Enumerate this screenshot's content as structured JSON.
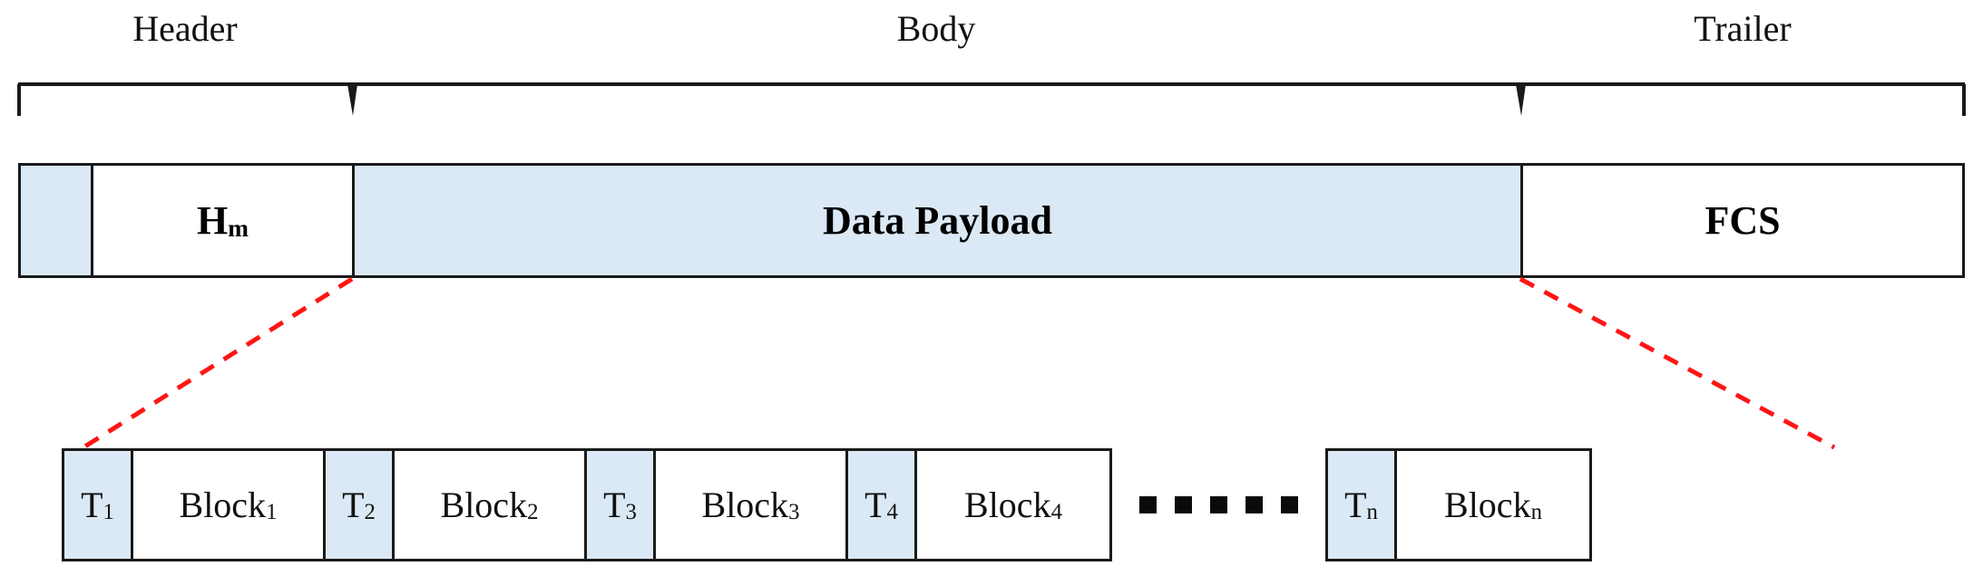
{
  "diagram": {
    "title": "Frame structure with header, body payload and trailer",
    "colors": {
      "cell_blue": "#dbe9f6",
      "line_black": "#1a1a1a",
      "connector_red": "#ff0000",
      "background": "#ffffff"
    }
  },
  "top_labels": {
    "header": "Header",
    "body": "Body",
    "trailer": "Trailer"
  },
  "frame_row": {
    "spacer_label": "",
    "header_field": {
      "base": "H",
      "sub": "m"
    },
    "payload_label": "Data Payload",
    "trailer_field": "FCS"
  },
  "block_row": {
    "ellipsis_count": 5,
    "groups": [
      {
        "tag": {
          "base": "T",
          "sub": "1"
        },
        "block": {
          "base": "Block",
          "sub": "1"
        }
      },
      {
        "tag": {
          "base": "T",
          "sub": "2"
        },
        "block": {
          "base": "Block",
          "sub": "2"
        }
      },
      {
        "tag": {
          "base": "T",
          "sub": "3"
        },
        "block": {
          "base": "Block",
          "sub": "3"
        }
      },
      {
        "tag": {
          "base": "T",
          "sub": "4"
        },
        "block": {
          "base": "Block",
          "sub": "4"
        }
      },
      {
        "tag": {
          "base": "T",
          "sub": "n"
        },
        "block": {
          "base": "Block",
          "sub": "n"
        }
      }
    ]
  }
}
